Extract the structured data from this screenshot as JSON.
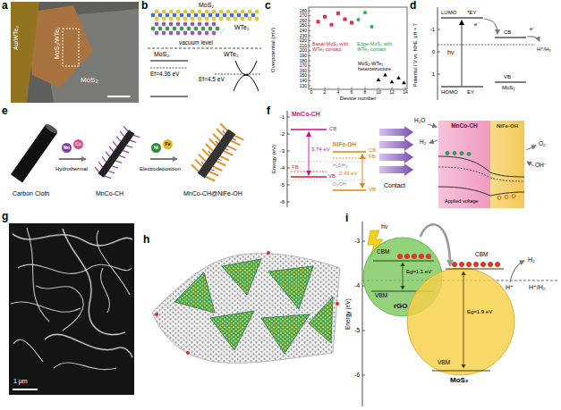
{
  "diagram": {
    "nodes": [
      {
        "text": [
          "Mn"
        ]
      },
      {
        "text": [
          "Co"
        ]
      },
      {
        "text": [
          "Ni"
        ]
      },
      {
        "text": [
          "Fe"
        ]
      },
      {
        "text": [
          "MnCo-CH"
        ]
      },
      {
        "text": [
          "NiFe-OH"
        ]
      },
      {
        "text": [
          "CBM",
          "Eg=1.1 eV",
          "VBM",
          "rGO"
        ]
      },
      {
        "text": [
          "CBM",
          "Eg=1.9 eV",
          "VBM",
          "MoS₂"
        ]
      }
    ],
    "edges": [
      {
        "from": 6,
        "to": 7,
        "arrow": "to"
      }
    ],
    "labels": [
      "a",
      "b",
      "c",
      "d",
      "e",
      "f",
      "g",
      "h",
      "i",
      "Au/WTe₂",
      "MoS₂/WTe₂",
      "MoS₂",
      "MoS₂",
      "WTe₂",
      "vacuum level",
      "MoS₂",
      "WTe₂",
      "Ef=4.36 eV",
      "Ef=4.5 eV",
      "Overpotential (mV)",
      "280",
      "270",
      "260",
      "250",
      "240",
      "230",
      "220",
      "210",
      "200",
      "190",
      "180",
      "170",
      "160",
      "150",
      "140",
      "130",
      "0",
      "2",
      "4",
      "6",
      "8",
      "10",
      "12",
      "14",
      "Device number",
      "Basal-MoS₂ with WTe₂ contact",
      "Edge-MoS₂ with WTe₂ contact",
      "MoS₂-WTe₂ heterostructure",
      "Potential / V vs. NHE, pH = 7",
      "-1",
      "0",
      "1",
      "LUMO",
      "*EY",
      "HOMO",
      "EY",
      "hν",
      "e⁻",
      "CB",
      "e⁻",
      "H⁺/H₂",
      "VB",
      "MoS₂",
      "Carbon Cloth",
      "Hydrothermal",
      "Electrodeposition",
      "MnCo-CH",
      "MnCo-CH@NiFe-OH",
      "Energy (eV)",
      "-1",
      "-2",
      "-3",
      "-4",
      "-5",
      "-6",
      "MnCo-CH",
      "CB",
      "3.74 eV",
      "FB",
      "VB",
      "NiFe-OH",
      "CB",
      "FB",
      "H₂O/H₂",
      "2.43 eV",
      "O₂/OH",
      "VB",
      "Contact",
      "H₂O",
      "H₂",
      "O₂",
      "OH⁻",
      "Applied voltage",
      "1 μm",
      "Energy (eV)",
      "-3",
      "-4",
      "-5",
      "-6",
      "hν",
      "H₂",
      "H⁺",
      "H⁺/H₂"
    ]
  }
}
